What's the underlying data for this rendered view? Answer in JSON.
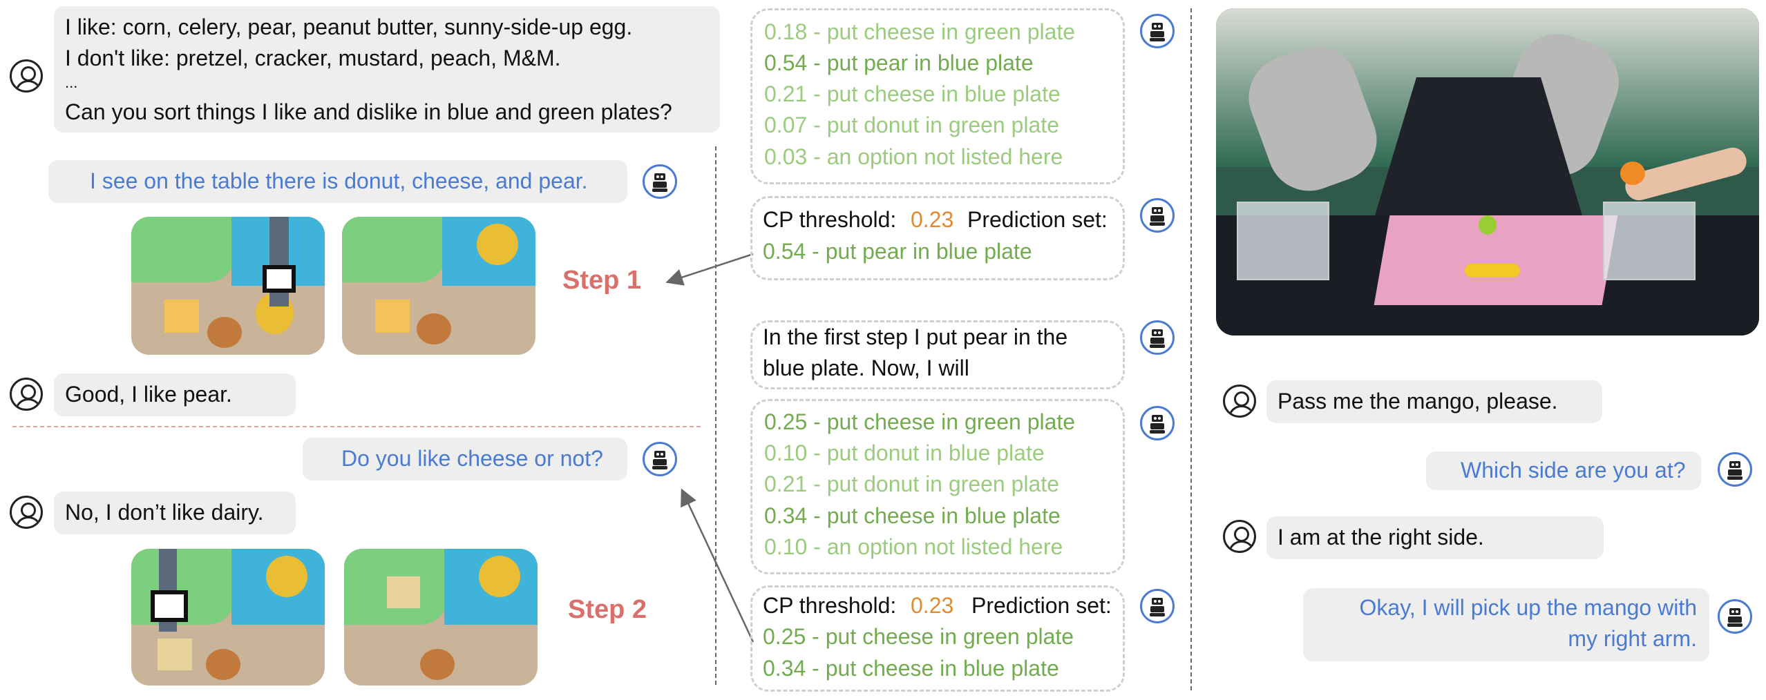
{
  "left": {
    "user_prompt": {
      "line1": "I like: corn, celery, pear, peanut butter, sunny-side-up egg.",
      "line2": "I don't like: pretzel, cracker, mustard, peach, M&M.",
      "line3": "...",
      "line4": "Can you sort things I like and dislike in blue and green plates?"
    },
    "robot_msg1": "I see on the table there is donut, cheese, and pear.",
    "step1": "Step 1",
    "user_reply1": "Good, I like pear.",
    "robot_msg2": "Do you like cheese or not?",
    "user_reply2": "No, I don’t like dairy.",
    "step2": "Step 2"
  },
  "middle": {
    "options1": [
      "0.18 - put cheese in green plate",
      "0.54 - put pear in blue plate",
      "0.21 - put cheese in blue plate",
      "0.07 - put donut in green plate",
      "0.03 - an option not listed here"
    ],
    "cp1": {
      "label": "CP threshold:",
      "value": "0.23",
      "set_label": "Prediction set:",
      "item": "0.54 - put pear in blue plate"
    },
    "plan": {
      "line1": "In the first step I put pear in the",
      "line2": "blue plate. Now, I will"
    },
    "options2": [
      "0.25 - put cheese in green plate",
      "0.10 - put donut in blue plate",
      "0.21 - put donut in green plate",
      "0.34 - put cheese in blue plate",
      "0.10 - an option not listed here"
    ],
    "cp2": {
      "label": "CP threshold:",
      "value": "0.23",
      "set_label": "Prediction set:",
      "items": [
        "0.25 - put cheese in green plate",
        "0.34 - put cheese in blue plate"
      ]
    }
  },
  "right": {
    "user1": "Pass me the mango, please.",
    "robot1": "Which side are you at?",
    "user2": "I am at the right side.",
    "robot2": {
      "line1": "Okay, I will pick up the mango with",
      "line2": "my right arm."
    }
  },
  "colors": {
    "robot_blue": "#4a7bd1",
    "option_green": "#5a9b3c",
    "threshold_orange": "#e18a2e",
    "step_red": "#d9706b"
  }
}
